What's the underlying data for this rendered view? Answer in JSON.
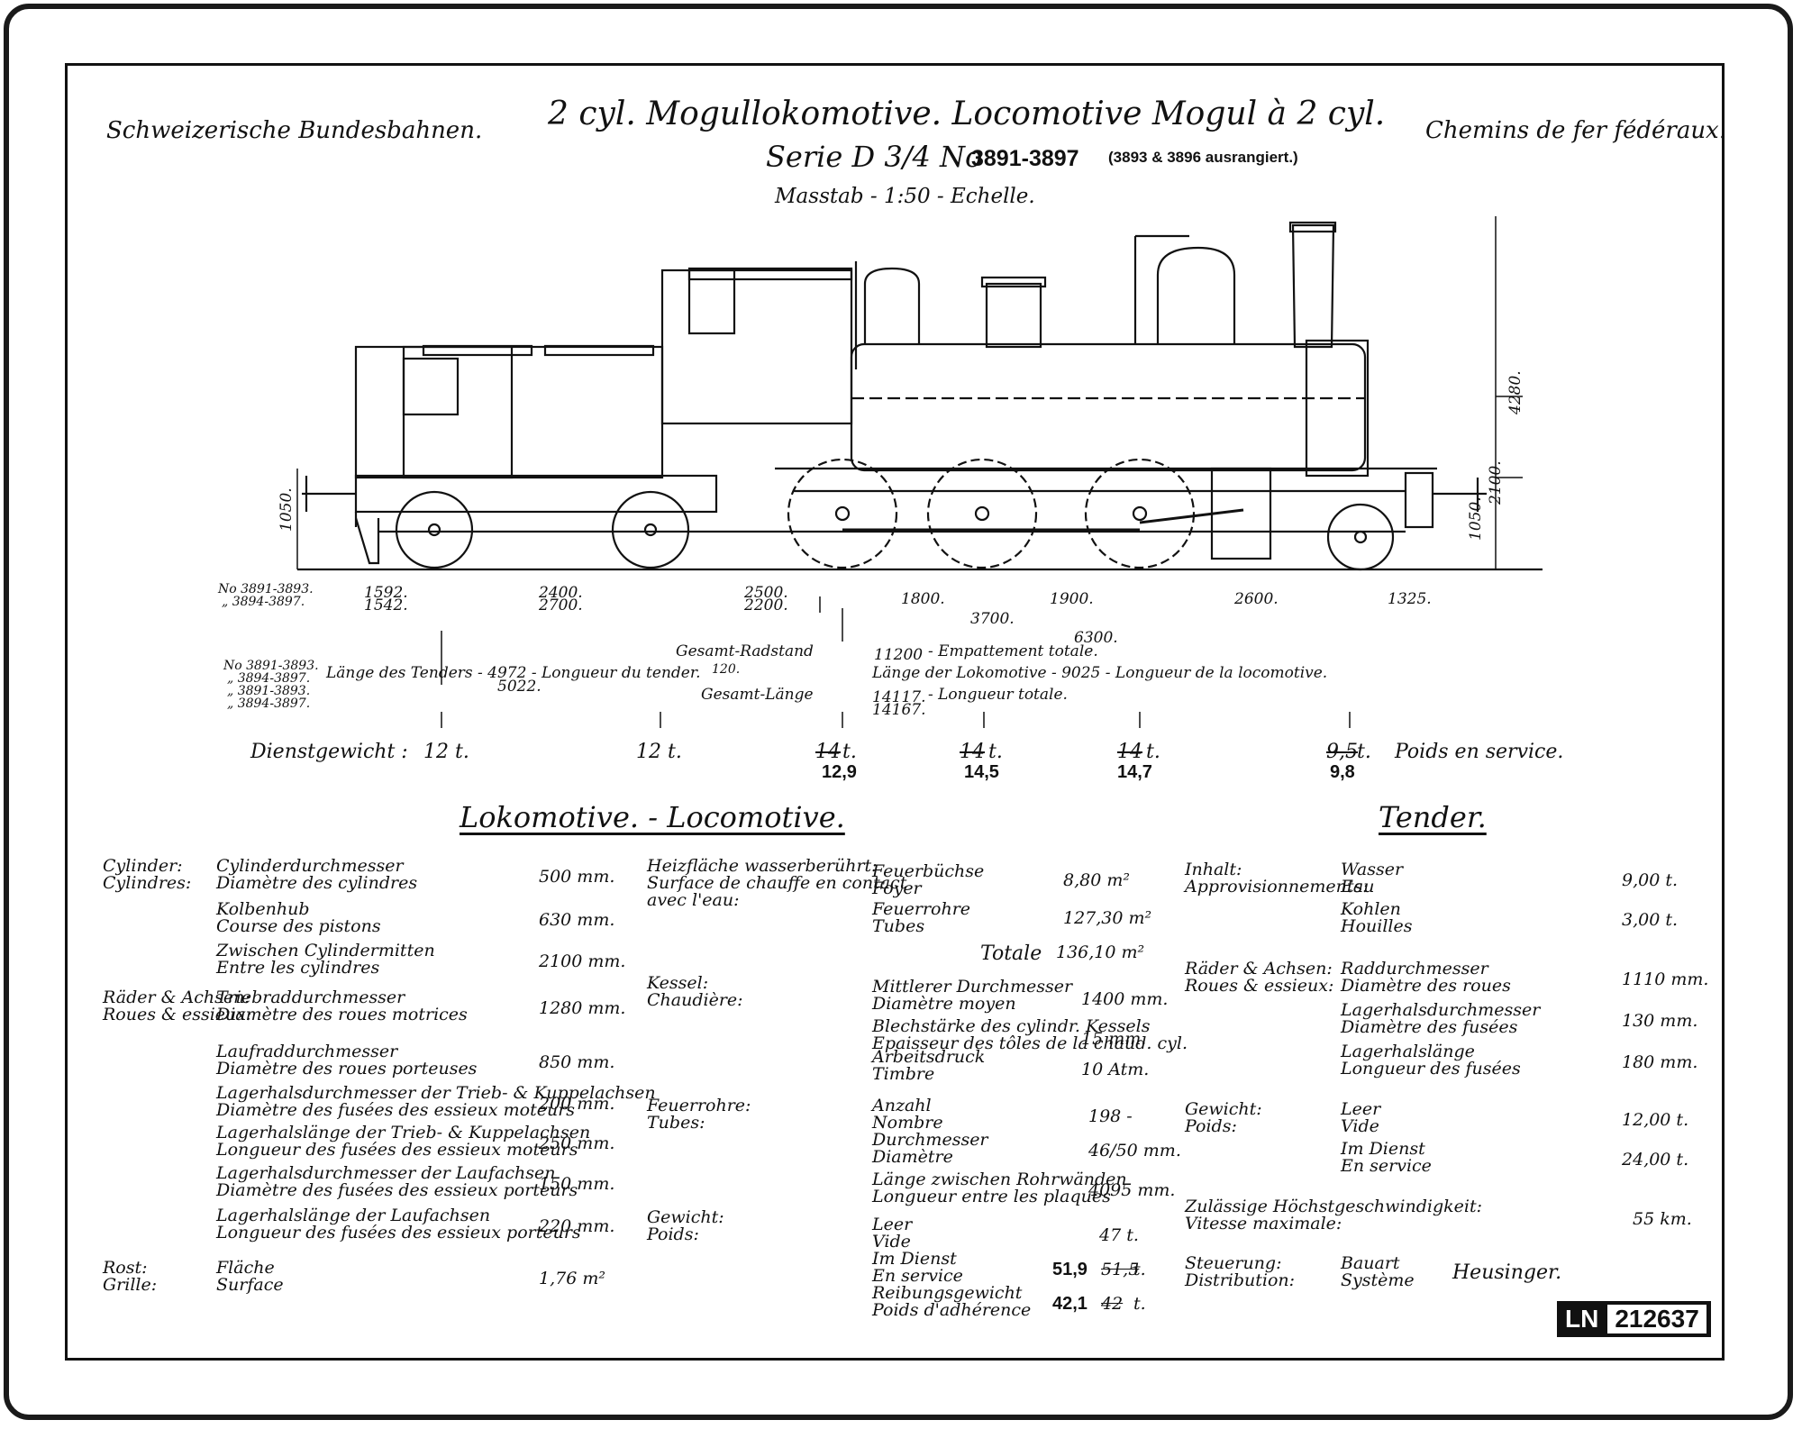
{
  "header": {
    "left": "Schweizerische Bundesbahnen.",
    "title": "2 cyl. Mogullokomotive.  Locomotive Mogul à 2 cyl.",
    "right": "Chemins de fer fédéraux.",
    "serie_prefix": "Serie D 3/4 No",
    "serie_numbers": "3891-3897",
    "serie_note": "(3893 & 3896 ausrangiert.)",
    "scale": "Masstab - 1:50 - Echelle."
  },
  "dimensions": {
    "left_key_1": "No 3891-3893.",
    "left_key_2": "„ 3894-3897.",
    "d_1592": "1592.",
    "d_1542": "1542.",
    "d_2400": "2400.",
    "d_2700": "2700.",
    "d_2500": "2500.",
    "d_2200": "2200.",
    "d_1800": "1800.",
    "d_1900": "1900.",
    "d_2600": "2600.",
    "d_1325": "1325.",
    "d_3700": "3700.",
    "d_6300": "6300.",
    "wheelbase_de": "Gesamt-Radstand",
    "wheelbase_val": "11200",
    "wheelbase_fr": "- Empattement totale.",
    "loco_length": "Länge der Lokomotive - 9025 - Longueur de la locomotive.",
    "tender_keys": [
      "No 3891-3893.",
      "„ 3894-3897.",
      "„ 3891-3893.",
      "„ 3894-3897."
    ],
    "tender_length": "Länge des Tenders - 4972 - Longueur du tender.",
    "tender_length_2": "5022.",
    "d_120": "120.",
    "total_length_de": "Gesamt-Länge",
    "total_length_val": "14117.",
    "total_length_fr": "- Longueur totale.",
    "total_length_val2": "14167.",
    "h_4280": "4280.",
    "h_2100": "2100.",
    "h_1050_left": "1050.",
    "h_1050_right": "1050."
  },
  "weights": {
    "label_de": "Dienstgewicht :",
    "label_fr": "Poids en service.",
    "w1": "12 t.",
    "w2": "12 t.",
    "w3_old": "14",
    "w3_new": "12,9",
    "w4_old": "14",
    "w4_new": "14,5",
    "w5_old": "14",
    "w5_new": "14,7",
    "w6_old": "9,5",
    "w6_new": "9,8",
    "unit": "t."
  },
  "sections": {
    "loco": "Lokomotive. - Locomotive.",
    "tender": "Tender."
  },
  "loco_specs": [
    {
      "group": "Cylinder:\nCylindres:",
      "label": "Cylinderdurchmesser\nDiamètre des cylindres",
      "value": "500 mm."
    },
    {
      "group": "",
      "label": "Kolbenhub\nCourse des pistons",
      "value": "630 mm."
    },
    {
      "group": "",
      "label": "Zwischen Cylindermitten\nEntre les cylindres",
      "value": "2100 mm."
    },
    {
      "group": "Räder & Achsen:\nRoues & essieux:",
      "label": "Triebraddurchmesser\nDiamètre des roues motrices",
      "value": "1280 mm."
    },
    {
      "group": "",
      "label": "Laufraddurchmesser\nDiamètre des roues porteuses",
      "value": "850 mm."
    },
    {
      "group": "",
      "label": "Lagerhalsdurchmesser der Trieb- & Kuppelachsen\nDiamètre des fusées des essieux moteurs",
      "value": "200 mm."
    },
    {
      "group": "",
      "label": "Lagerhalslänge der Trieb- & Kuppelachsen\nLongueur des fusées des essieux moteurs",
      "value": "250 mm."
    },
    {
      "group": "",
      "label": "Lagerhalsdurchmesser der Laufachsen\nDiamètre des fusées des essieux porteurs",
      "value": "150 mm."
    },
    {
      "group": "",
      "label": "Lagerhalslänge der Laufachsen\nLongueur des fusées des essieux porteurs",
      "value": "220 mm."
    },
    {
      "group": "Rost:\nGrille:",
      "label": "Fläche\nSurface",
      "value": "1,76 m²"
    }
  ],
  "boiler_specs": {
    "heating_group": "Heizfläche wasserberührt:\nSurface de chauffe en contact\navec l'eau:",
    "heating_rows": [
      {
        "label": "Feuerbüchse\nFoyer",
        "value": "8,80 m²"
      },
      {
        "label": "Feuerrohre\nTubes",
        "value": "127,30 m²"
      }
    ],
    "total_label": "Totale",
    "total_value": "136,10 m²",
    "boiler_group": "Kessel:\nChaudière:",
    "boiler_rows": [
      {
        "label": "Mittlerer Durchmesser\nDiamètre moyen",
        "value": "1400 mm."
      },
      {
        "label": "Blechstärke des cylindr. Kessels\nEpaisseur des tôles de la chaud. cyl.",
        "value": "15 mm."
      },
      {
        "label": "Arbeitsdruck\nTimbre",
        "value": "10 Atm."
      }
    ],
    "tubes_group": "Feuerrohre:\nTubes:",
    "tubes_rows": [
      {
        "label": "Anzahl\nNombre",
        "value": "198 -"
      },
      {
        "label": "Durchmesser\nDiamètre",
        "value": "46/50 mm."
      },
      {
        "label": "Länge zwischen Rohrwänden\nLongueur entre les plaques",
        "value": "4095 mm."
      }
    ],
    "weight_group": "Gewicht:\nPoids:",
    "weight_rows": [
      {
        "label": "Leer\nVide",
        "value": "47 t."
      },
      {
        "label": "Im Dienst\nEn service",
        "value_new": "51,9",
        "value_old": "51,5",
        "unit": "t."
      },
      {
        "label": "Reibungsgewicht\nPoids d'adhérence",
        "value_new": "42,1",
        "value_old": "42",
        "unit": "t."
      }
    ]
  },
  "tender_specs": [
    {
      "group": "Inhalt:\nApprovisionnements:",
      "label": "Wasser\nEau",
      "value": "9,00 t."
    },
    {
      "group": "",
      "label": "Kohlen\nHouilles",
      "value": "3,00 t."
    },
    {
      "group": "Räder & Achsen:\nRoues & essieux:",
      "label": "Raddurchmesser\nDiamètre des roues",
      "value": "1110 mm."
    },
    {
      "group": "",
      "label": "Lagerhalsdurchmesser\nDiamètre des fusées",
      "value": "130 mm."
    },
    {
      "group": "",
      "label": "Lagerhalslänge\nLongueur des fusées",
      "value": "180 mm."
    },
    {
      "group": "Gewicht:\nPoids:",
      "label": "Leer\nVide",
      "value": "12,00 t."
    },
    {
      "group": "",
      "label": "Im Dienst\nEn service",
      "value": "24,00 t."
    }
  ],
  "speed": {
    "label": "Zulässige Höchstgeschwindigkeit:\nVitesse maximale:",
    "value": "55 km."
  },
  "valve_gear": {
    "label": "Steuerung:\nDistribution:",
    "type": "Bauart\nSystème",
    "value": "Heusinger."
  },
  "badge": {
    "prefix": "LN",
    "number": "212637"
  }
}
